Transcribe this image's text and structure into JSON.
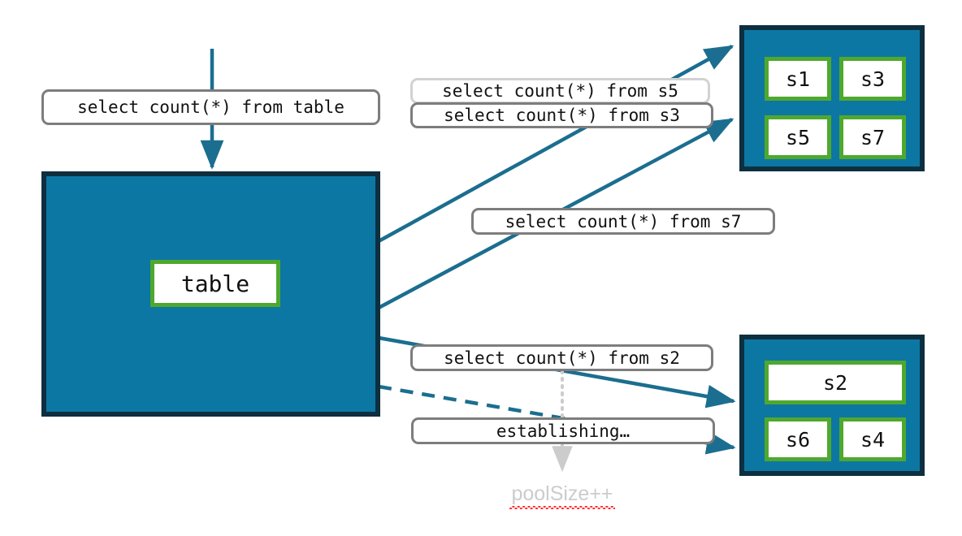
{
  "diagram": {
    "title": "connection pool diagram",
    "colors": {
      "pool_fill": "#0d77a3",
      "pool_border": "#0d2f3f",
      "node_border": "#4fa82e",
      "node_fill": "#ffffff",
      "edge": "#1b6e8f",
      "label_border": "#7d7d7d",
      "label_border_faded": "#d2d2d2",
      "annotation_text": "#cccccc",
      "spellcheck_underline": "#ff2d2d"
    }
  },
  "source_query": {
    "label": "select count(*) from table"
  },
  "table_pool": {
    "node_label": "table"
  },
  "pool_top": {
    "sessions": [
      {
        "label": "s1"
      },
      {
        "label": "s3"
      },
      {
        "label": "s5"
      },
      {
        "label": "s7"
      }
    ]
  },
  "pool_bottom": {
    "sessions": [
      {
        "label": "s2"
      },
      {
        "label": "s6"
      },
      {
        "label": "s4"
      }
    ]
  },
  "query_labels": {
    "s5": "select count(*) from s5",
    "s3": "select count(*) from s3",
    "s7": "select count(*) from s7",
    "s2": "select count(*) from s2",
    "establishing": "establishing…"
  },
  "annotation": {
    "pool_size": "poolSize++"
  }
}
